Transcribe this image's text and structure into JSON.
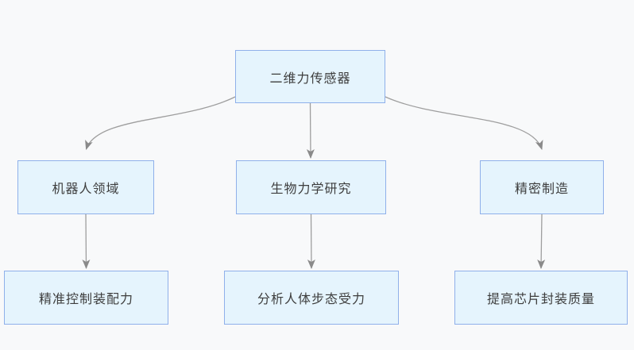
{
  "diagram": {
    "type": "flowchart",
    "nodes": {
      "root": {
        "label": "二维力传感器"
      },
      "robotics": {
        "label": "机器人领域"
      },
      "biomech": {
        "label": "生物力学研究"
      },
      "precision": {
        "label": "精密制造"
      },
      "assembly": {
        "label": "精准控制装配力"
      },
      "gait": {
        "label": "分析人体步态受力"
      },
      "chip": {
        "label": "提高芯片封装质量"
      }
    },
    "edges": [
      {
        "from": "二维力传感器",
        "to": "机器人领域"
      },
      {
        "from": "二维力传感器",
        "to": "生物力学研究"
      },
      {
        "from": "二维力传感器",
        "to": "精密制造"
      },
      {
        "from": "机器人领域",
        "to": "精准控制装配力"
      },
      {
        "from": "生物力学研究",
        "to": "分析人体步态受力"
      },
      {
        "from": "精密制造",
        "to": "提高芯片封装质量"
      }
    ],
    "colors": {
      "background": "#F8F9FA",
      "node_fill": "#E5F4FD",
      "node_border": "#8FB0EA",
      "connector": "#9E9E9E",
      "arrowhead": "#8A8A8A",
      "text": "#3D3D3D"
    }
  }
}
